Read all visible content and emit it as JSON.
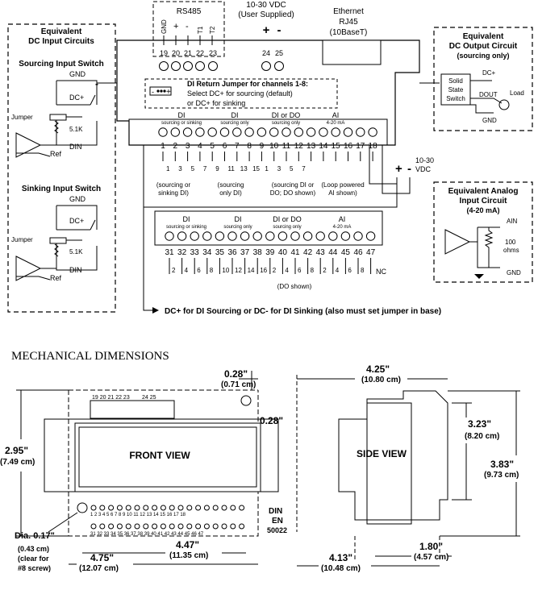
{
  "wiring": {
    "rs485": "RS485",
    "rs485_pins": [
      "GND",
      "+",
      "-",
      "T1",
      "T2"
    ],
    "power_label_1": "10-30 VDC",
    "power_label_2": "(User Supplied)",
    "power_plus": "+",
    "power_minus": "-",
    "ethernet_1": "Ethernet",
    "ethernet_2": "RJ45",
    "ethernet_3": "(10BaseT)",
    "top_terms": [
      "19",
      "20",
      "21",
      "22",
      "23",
      "24",
      "25"
    ],
    "jumper_title": "DI Return Jumper for channels 1-8:",
    "jumper_line1": "Select DC+ for sourcing (default)",
    "jumper_line2": "or DC+ for sinking",
    "jumper_minus": "-",
    "jumper_plus": "+",
    "groups_base": [
      {
        "name": "DI",
        "sub": "sourcing or sinking"
      },
      {
        "name": "DI",
        "sub": "sourcing only"
      },
      {
        "name": "DI or DO",
        "sub": "sourcing only"
      },
      {
        "name": "AI",
        "sub": "4-20 mA"
      }
    ],
    "terms_bottom": [
      "1",
      "2",
      "3",
      "4",
      "5",
      "6",
      "7",
      "8",
      "9",
      "10",
      "11",
      "12",
      "13",
      "14",
      "15",
      "16",
      "17",
      "18"
    ],
    "base_ch": [
      "1",
      "3",
      "5",
      "7",
      "9",
      "11",
      "13",
      "15",
      "1",
      "3",
      "5",
      "7"
    ],
    "note_sourcing_1": "(sourcing or",
    "note_sourcing_2": "sinking DI)",
    "note_only_1": "(sourcing",
    "note_only_2": "only DI)",
    "note_dido_1": "(sourcing DI or",
    "note_dido_2": "DO; DO shown)",
    "note_loop_1": "(Loop powered",
    "note_loop_2": "AI shown)",
    "vdc_right_1": "10-30",
    "vdc_right_2": "VDC",
    "vdc_plus": "+",
    "vdc_minus": "-",
    "groups_exp": [
      {
        "name": "DI",
        "sub": "sourcing or sinking"
      },
      {
        "name": "DI",
        "sub": "sourcing only"
      },
      {
        "name": "DI or DO",
        "sub": "sourcing only"
      },
      {
        "name": "AI",
        "sub": "4-20 mA"
      }
    ],
    "terms_exp": [
      "31",
      "32",
      "33",
      "34",
      "35",
      "36",
      "37",
      "38",
      "39",
      "40",
      "41",
      "42",
      "43",
      "44",
      "45",
      "46",
      "47"
    ],
    "exp_ch": [
      "2",
      "4",
      "6",
      "8",
      "10",
      "12",
      "14",
      "16",
      "2",
      "4",
      "6",
      "8",
      "2",
      "4",
      "6",
      "8"
    ],
    "nc": "NC",
    "do_shown": "(DO shown)",
    "bottom_note": "DC+ for DI Sourcing or DC- for DI Sinking (also must set jumper in base)"
  },
  "dc_input": {
    "title_1": "Equivalent",
    "title_2": "DC Input Circuits",
    "sourcing_title": "Sourcing Input Switch",
    "sinking_title": "Sinking Input Switch",
    "gnd": "GND",
    "dcplus": "DC+",
    "jumper": "Jumper",
    "res": "5.1K",
    "din": "DIN",
    "ref": "Ref"
  },
  "dc_output": {
    "title_1": "Equivalent",
    "title_2": "DC Output Circuit",
    "title_3": "(sourcing only)",
    "switch_1": "Solid",
    "switch_2": "State",
    "switch_3": "Switch",
    "dcplus": "DC+",
    "dout": "DOUT",
    "load": "Load",
    "gnd": "GND"
  },
  "analog": {
    "title_1": "Equivalent Analog",
    "title_2": "Input Circuit",
    "title_3": "(4-20 mA)",
    "ain": "AIN",
    "ohms_1": "100",
    "ohms_2": "ohms",
    "gnd": "GND"
  },
  "mechanical": {
    "title": "MECHANICAL DIMENSIONS",
    "front_view": "FRONT VIEW",
    "side_view": "SIDE VIEW",
    "top_terms": "19 20 21 22 23",
    "top_terms2": "24 25",
    "bottom_terms": "1 2 3 4 5 6 7 8 9 10 11 12 13 14 15 16 17 18",
    "exp_terms": "31 32 33 34 35 36 37 38 39 40 41 42 43 44 45 46 47",
    "dim_028a_1": "0.28\"",
    "dim_028a_2": "(0.71 cm)",
    "dim_028b": "0.28\"",
    "dim_295_1": "2.95\"",
    "dim_295_2": "(7.49 cm)",
    "dim_017_1": "Dia. 0.17\"",
    "dim_017_2": "(0.43 cm)",
    "dim_017_3": "(clear for",
    "dim_017_4": "#8 screw)",
    "dim_447_1": "4.47\"",
    "dim_447_2": "(11.35 cm)",
    "dim_475_1": "4.75\"",
    "dim_475_2": "(12.07 cm)",
    "din_1": "DIN",
    "din_2": "EN",
    "din_3": "50022",
    "dim_425_1": "4.25\"",
    "dim_425_2": "(10.80 cm)",
    "dim_323_1": "3.23\"",
    "dim_323_2": "(8.20 cm)",
    "dim_383_1": "3.83\"",
    "dim_383_2": "(9.73 cm)",
    "dim_180_1": "1.80\"",
    "dim_180_2": "(4.57 cm)",
    "dim_413_1": "4.13\"",
    "dim_413_2": "(10.48 cm)"
  }
}
